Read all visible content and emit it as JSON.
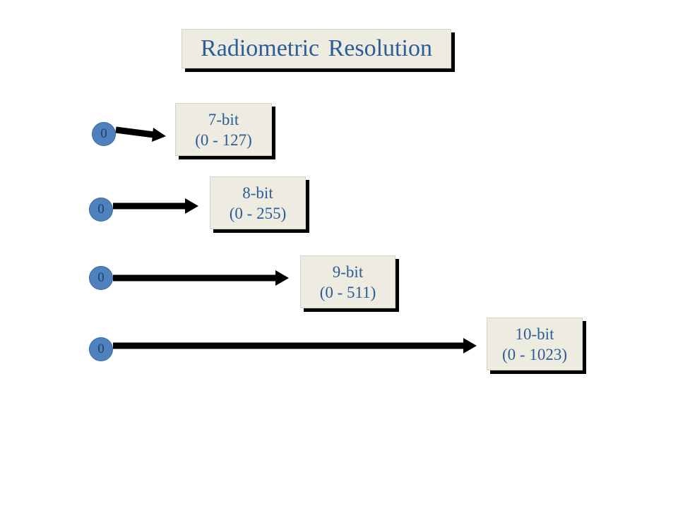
{
  "title": "Radiometric Resolution",
  "rows": [
    {
      "origin": "0",
      "bits": "7-bit",
      "range": "(0 - 127)"
    },
    {
      "origin": "0",
      "bits": "8-bit",
      "range": "(0 - 255)"
    },
    {
      "origin": "0",
      "bits": "9-bit",
      "range": "(0 - 511)"
    },
    {
      "origin": "0",
      "bits": "10-bit",
      "range": "(0 - 1023)"
    }
  ],
  "colors": {
    "box_fill": "#eeebe0",
    "text": "#2b5d99",
    "circle_fill": "#4f81bd",
    "arrow": "#000000"
  }
}
